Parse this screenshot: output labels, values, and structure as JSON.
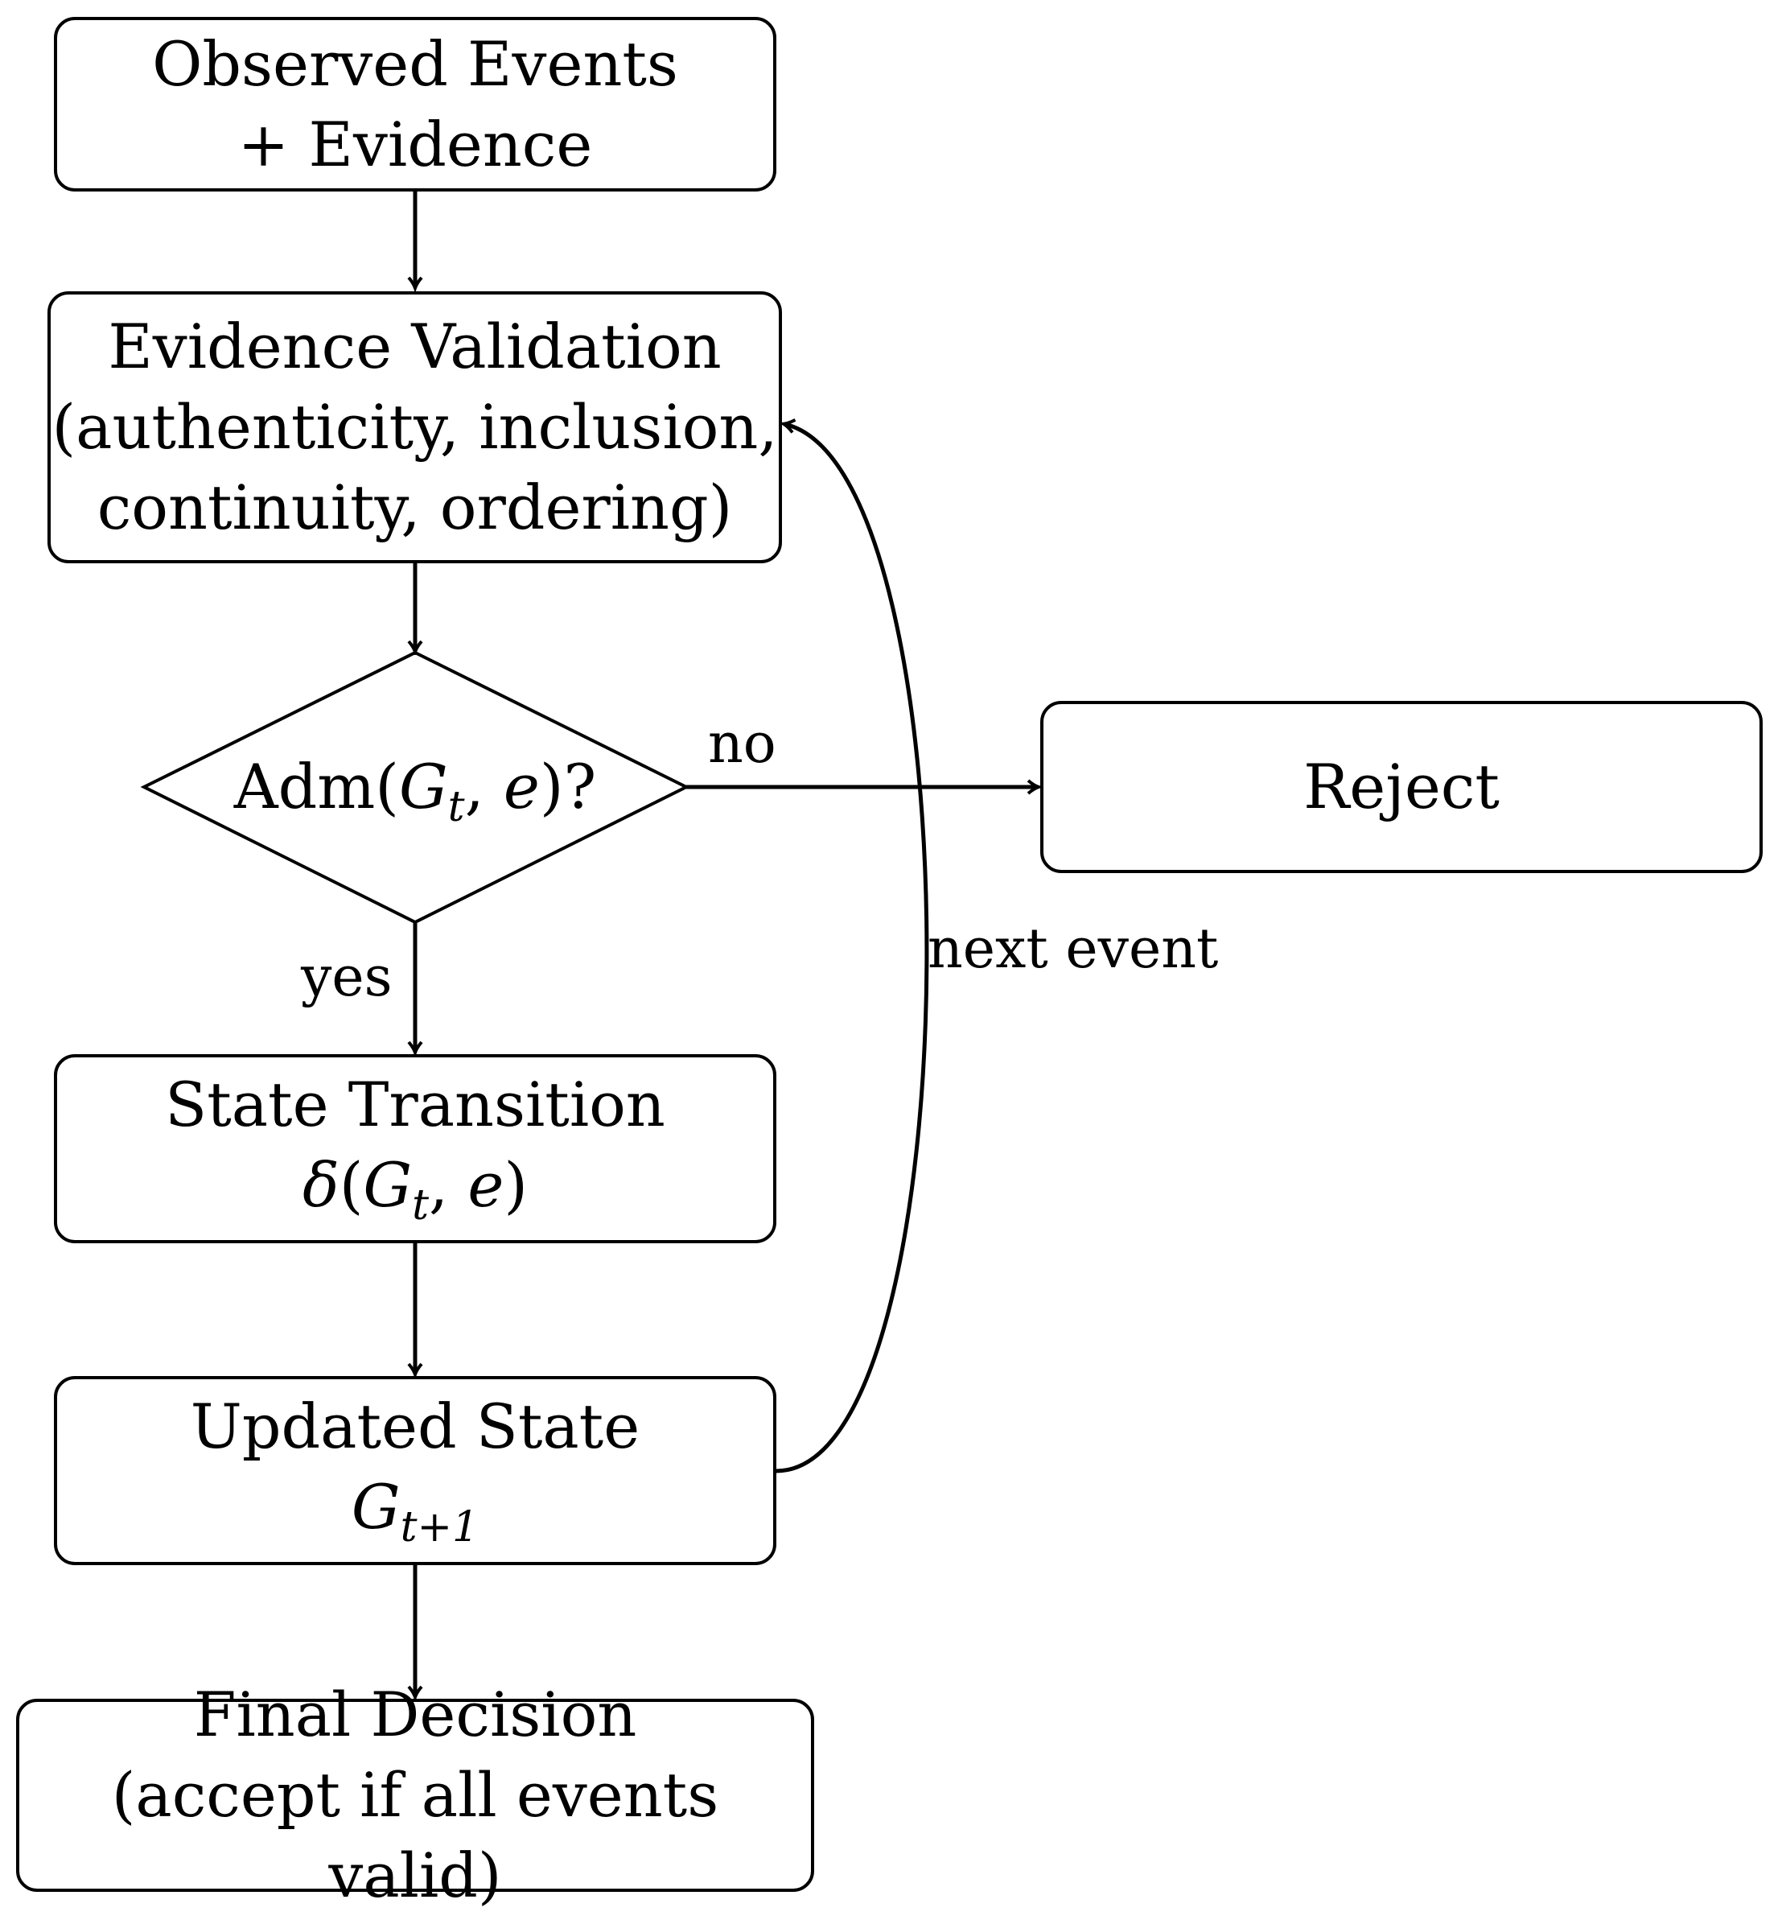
{
  "nodes": {
    "observed": {
      "line1": "Observed Events",
      "line2": "+ Evidence"
    },
    "validation": {
      "line1": "Evidence Validation",
      "line2": "(authenticity, inclusion,",
      "line3": "continuity, ordering)"
    },
    "decision": {
      "prefix": "Adm(",
      "var1": "G",
      "sub1": "t",
      "sep": ", ",
      "var2": "e",
      "suffix": ")?"
    },
    "reject": {
      "label": "Reject"
    },
    "transition": {
      "line1": "State Transition",
      "delta": "δ",
      "open": "(",
      "var1": "G",
      "sub1": "t",
      "sep": ", ",
      "var2": "e",
      "close": ")"
    },
    "updated": {
      "line1": "Updated State",
      "var": "G",
      "sub": "t+1"
    },
    "final": {
      "line1": "Final Decision",
      "line2": "(accept if all events valid)"
    }
  },
  "edges": {
    "no_label": "no",
    "yes_label": "yes",
    "loop_label": "next event"
  }
}
